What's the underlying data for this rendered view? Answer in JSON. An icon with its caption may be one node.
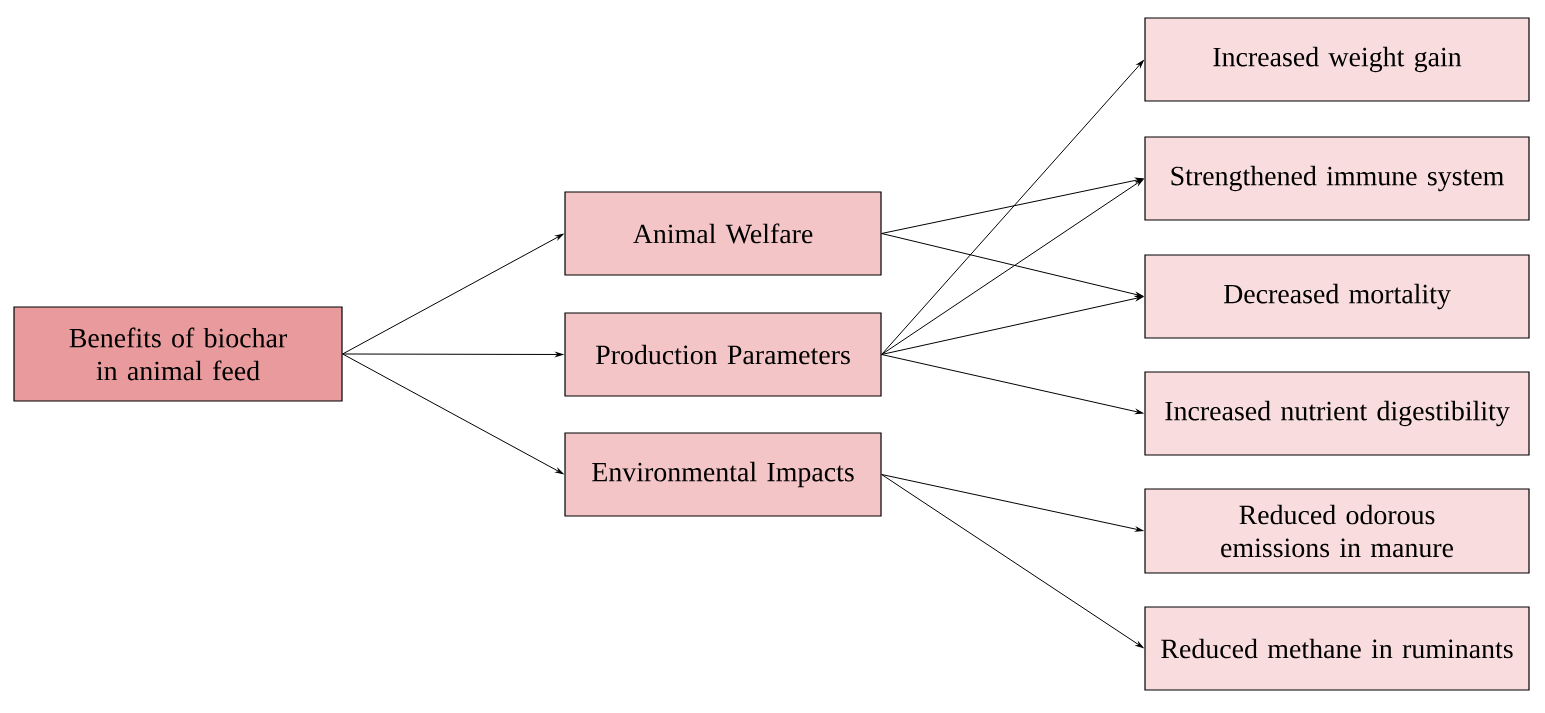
{
  "diagram": {
    "nodes": [
      {
        "text": [
          "Benefits of biochar in animal feed"
        ]
      },
      {
        "text": [
          "Animal Welfare"
        ]
      },
      {
        "text": [
          "Production Parameters"
        ]
      },
      {
        "text": [
          "Environmental Impacts"
        ]
      },
      {
        "text": [
          "Increased weight gain"
        ]
      },
      {
        "text": [
          "Strengthened immune system"
        ]
      },
      {
        "text": [
          "Decreased mortality"
        ]
      },
      {
        "text": [
          "Increased nutrient digestibility"
        ]
      },
      {
        "text": [
          "Reduced odorous emissions in manure"
        ]
      },
      {
        "text": [
          "Reduced methane in ruminants"
        ]
      }
    ],
    "edges": [
      {
        "from": 0,
        "to": 1,
        "arrow": "to"
      },
      {
        "from": 0,
        "to": 2,
        "arrow": "to"
      },
      {
        "from": 0,
        "to": 3,
        "arrow": "to"
      },
      {
        "from": 1,
        "to": 5,
        "arrow": "to"
      },
      {
        "from": 1,
        "to": 6,
        "arrow": "to"
      },
      {
        "from": 2,
        "to": 4,
        "arrow": "to"
      },
      {
        "from": 2,
        "to": 5,
        "arrow": "to"
      },
      {
        "from": 2,
        "to": 6,
        "arrow": "to"
      },
      {
        "from": 2,
        "to": 7,
        "arrow": "to"
      },
      {
        "from": 3,
        "to": 8,
        "arrow": "to"
      },
      {
        "from": 3,
        "to": 9,
        "arrow": "to"
      }
    ]
  }
}
